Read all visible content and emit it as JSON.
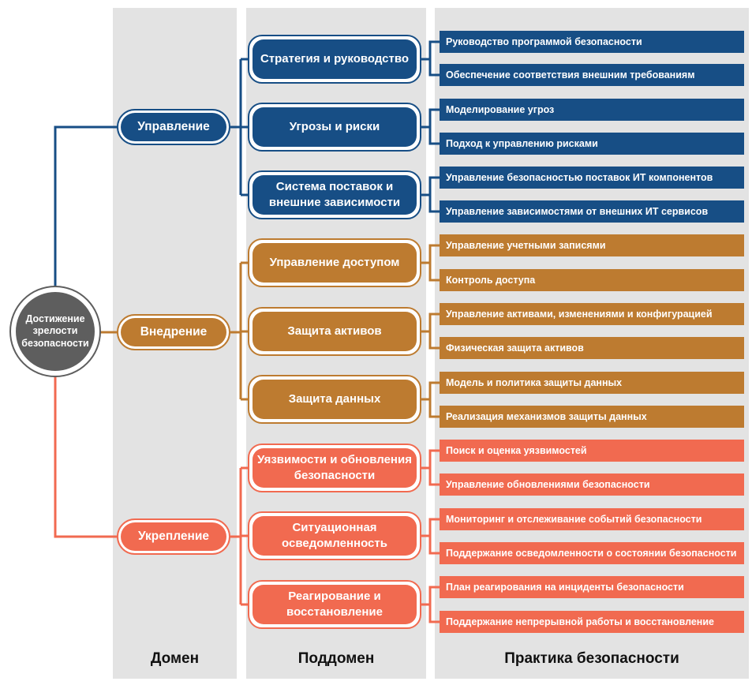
{
  "colors": {
    "gov": "#174e85",
    "impl": "#bd7b30",
    "harden": "#f16a50",
    "root": "#5e5e5e",
    "column_bg": "#e3e3e3"
  },
  "root_label": "Достижение зрелости безопасности",
  "columns": {
    "domain": "Домен",
    "subdomain": "Поддомен",
    "practice": "Практика безопасности"
  },
  "domains": [
    {
      "label": "Управление",
      "color_key": "gov",
      "subdomains": [
        {
          "label": "Стратегия и руководство",
          "practices": [
            "Руководство программой безопасности",
            "Обеспечение соответствия внешним требованиям"
          ]
        },
        {
          "label": "Угрозы и риски",
          "practices": [
            "Моделирование угроз",
            "Подход к управлению рисками"
          ]
        },
        {
          "label": "Система поставок и внешние зависимости",
          "practices": [
            "Управление безопасностью поставок ИТ компонентов",
            "Управление зависимостями от внешних ИТ сервисов"
          ]
        }
      ]
    },
    {
      "label": "Внедрение",
      "color_key": "impl",
      "subdomains": [
        {
          "label": "Управление доступом",
          "practices": [
            "Управление учетными записями",
            "Контроль доступа"
          ]
        },
        {
          "label": "Защита активов",
          "practices": [
            "Управление активами, изменениями и конфигурацией",
            "Физическая защита активов"
          ]
        },
        {
          "label": "Защита данных",
          "practices": [
            "Модель и политика защиты данных",
            "Реализация механизмов защиты данных"
          ]
        }
      ]
    },
    {
      "label": "Укрепление",
      "color_key": "harden",
      "subdomains": [
        {
          "label": "Уязвимости и обновления безопасности",
          "practices": [
            "Поиск и оценка уязвимостей",
            "Управление обновлениями безопасности"
          ]
        },
        {
          "label": "Ситуационная осведомленность",
          "practices": [
            "Мониторинг и отслеживание событий безопасности",
            "Поддержание осведомленности о состоянии безопасности"
          ]
        },
        {
          "label": "Реагирование и восстановление",
          "practices": [
            "План реагирования на инциденты безопасности",
            "Поддержание непрерывной работы и восстановление"
          ]
        }
      ]
    }
  ]
}
